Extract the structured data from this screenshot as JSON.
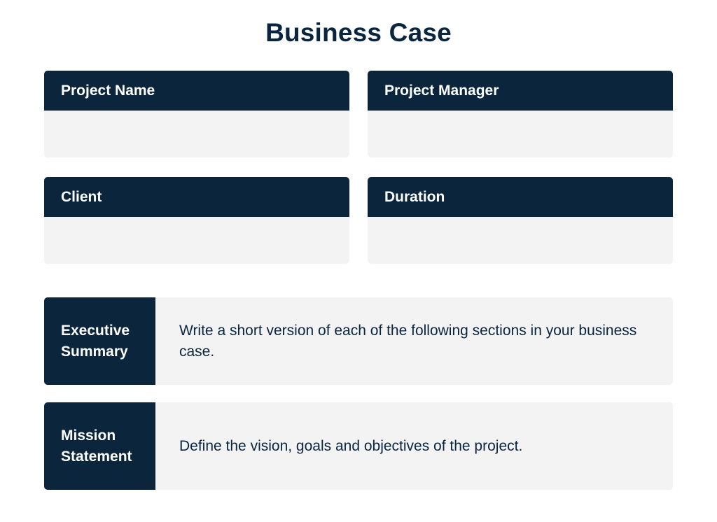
{
  "title": "Business Case",
  "colors": {
    "header_bg": "#0a253c",
    "body_bg": "#f3f3f3",
    "title_text": "#0a2540",
    "header_text": "#ffffff"
  },
  "fields": [
    {
      "label": "Project Name",
      "value": ""
    },
    {
      "label": "Project Manager",
      "value": ""
    },
    {
      "label": "Client",
      "value": ""
    },
    {
      "label": "Duration",
      "value": ""
    }
  ],
  "sections": [
    {
      "label_line1": "Executive",
      "label_line2": "Summary",
      "description": "Write a short version of each of the following sections in your business case."
    },
    {
      "label_line1": "Mission",
      "label_line2": "Statement",
      "description": "Define the vision, goals and objectives of the project."
    }
  ]
}
